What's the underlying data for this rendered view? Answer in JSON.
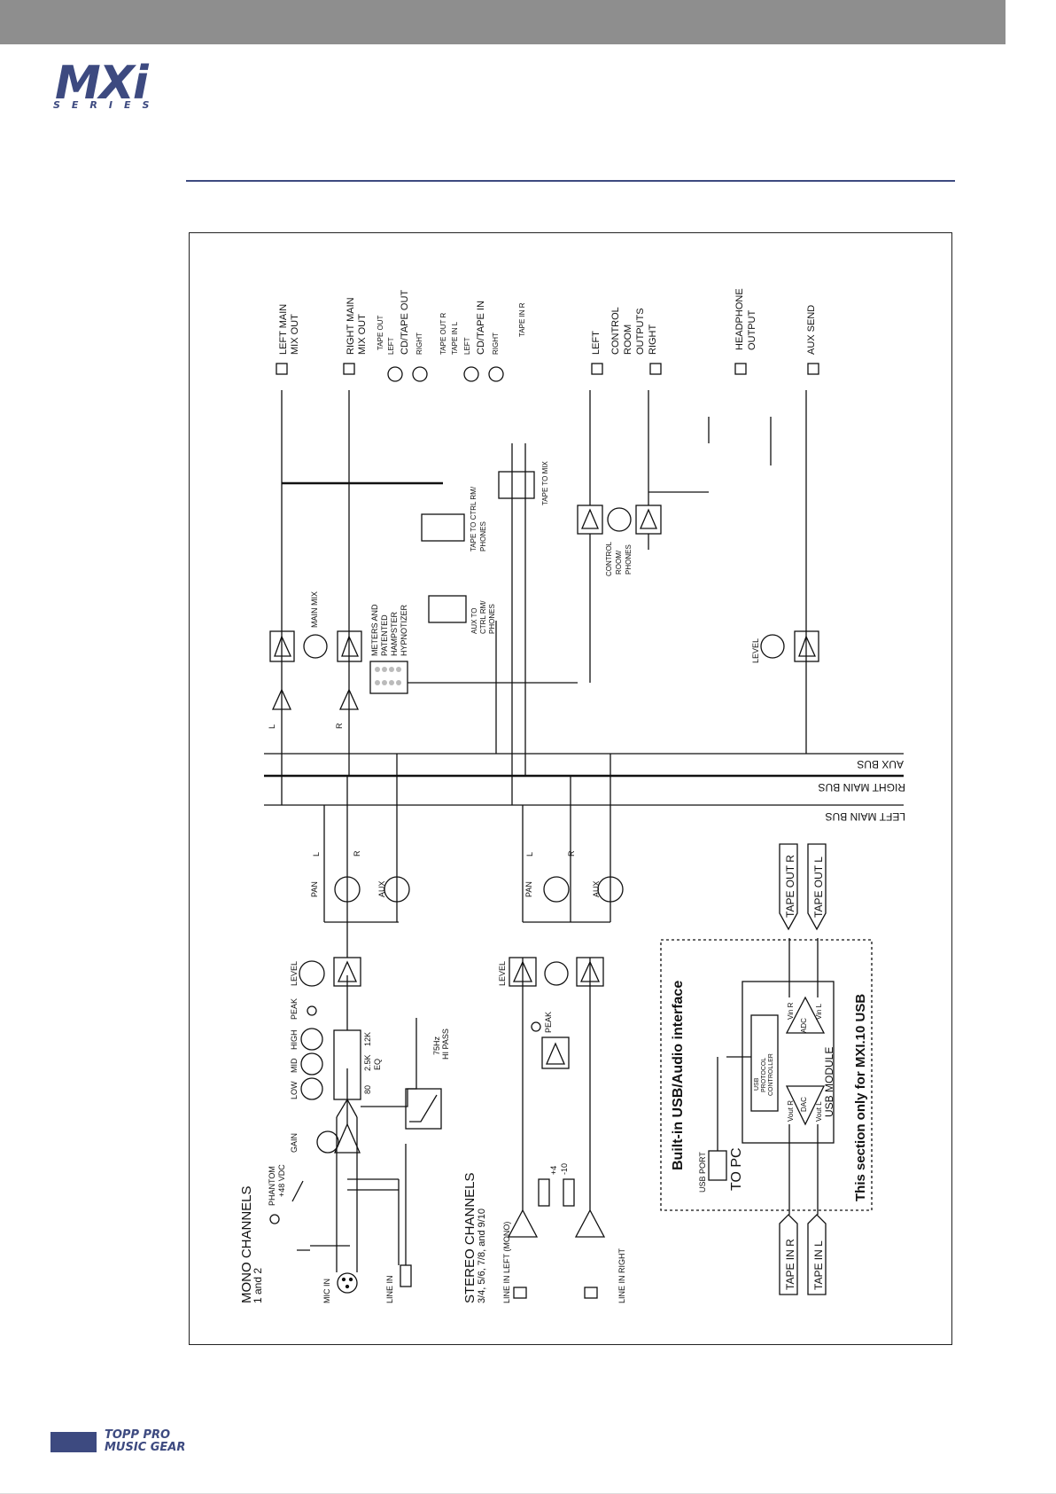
{
  "header": {
    "logo_main": "MXi",
    "logo_sub": "SERIES"
  },
  "footer": {
    "brand_line1": "TOPP PRO",
    "brand_line2": "MUSIC GEAR"
  },
  "diagram": {
    "buses": {
      "aux": "AUX BUS",
      "right_main": "RIGHT MAIN BUS",
      "left_main": "LEFT MAIN BUS"
    },
    "mono": {
      "title": "MONO CHANNELS",
      "subtitle": "1 and 2",
      "mic_in": "MIC IN",
      "line_in": "LINE IN",
      "phantom": "PHANTOM",
      "vdc": "+48 VDC",
      "gain": "GAIN",
      "low": "LOW",
      "mid": "MID",
      "high": "HIGH",
      "peak": "PEAK",
      "level": "LEVEL",
      "eq_80": "80",
      "eq_25k": "2.5K",
      "eq_12k": "12K",
      "eq": "EQ",
      "hpf_freq": "75Hz",
      "hpf": "HI PASS",
      "pan": "PAN",
      "aux": "AUX",
      "l": "L",
      "r": "R"
    },
    "stereo": {
      "title": "STEREO CHANNELS",
      "subtitle": "3/4, 5/6, 7/8, and 9/10",
      "line_left": "LINE IN LEFT (MONO)",
      "line_right": "LINE IN RIGHT",
      "plus4": "+4",
      "minus10": "-10",
      "peak": "PEAK",
      "level": "LEVEL",
      "pan": "PAN",
      "aux": "AUX",
      "l": "L",
      "r": "R"
    },
    "master": {
      "l": "L",
      "r": "R",
      "main_mix": "MAIN MIX",
      "meters": [
        "METERS AND",
        "PATENTED",
        "HAMPSTER",
        "HYPNOTIZER"
      ],
      "aux_to_ctrl": [
        "AUX TO",
        "CTRL RM/",
        "PHONES"
      ],
      "tape_to_ctrl": [
        "TAPE TO CTRL RM/",
        "PHONES"
      ],
      "tape_to_mix": "TAPE TO MIX",
      "control_room": [
        "CONTROL",
        "ROOM/",
        "PHONES"
      ],
      "level": "LEVEL"
    },
    "outputs": {
      "left_main": [
        "LEFT MAIN",
        "MIX OUT"
      ],
      "right_main": [
        "RIGHT MAIN",
        "MIX OUT"
      ],
      "tape_out": "TAPE OUT",
      "tape_out_r": "TAPE OUT R",
      "tape_in_l": "TAPE IN L",
      "tape_in_r": "TAPE IN R",
      "cd_out": [
        "LEFT",
        "CD/TAPE OUT",
        "RIGHT"
      ],
      "cd_in": [
        "LEFT",
        "CD/TAPE IN",
        "RIGHT"
      ],
      "ctrl_out": [
        "LEFT",
        "CONTROL",
        "ROOM",
        "OUTPUTS",
        "RIGHT"
      ],
      "headphone": [
        "HEADPHONE",
        "OUTPUT"
      ],
      "aux_send": "AUX SEND"
    },
    "usb": {
      "title": "Built-in USB/Audio interface",
      "note": "This section only for MXI.10 USB",
      "module": "USB MODULE",
      "usb_port": "USB PORT",
      "to_pc": "TO PC",
      "controller": [
        "USB",
        "PROTOCOL",
        "CONTROLLER"
      ],
      "adc": "ADC",
      "dac": "DAC",
      "vin_r": "Vin R",
      "vin_l": "Vin L",
      "vout_r": "Vout R",
      "vout_l": "Vout L",
      "tape_out_r": "TAPE OUT R",
      "tape_out_l": "TAPE OUT L",
      "tape_in_r": "TAPE IN R",
      "tape_in_l": "TAPE IN L"
    }
  }
}
